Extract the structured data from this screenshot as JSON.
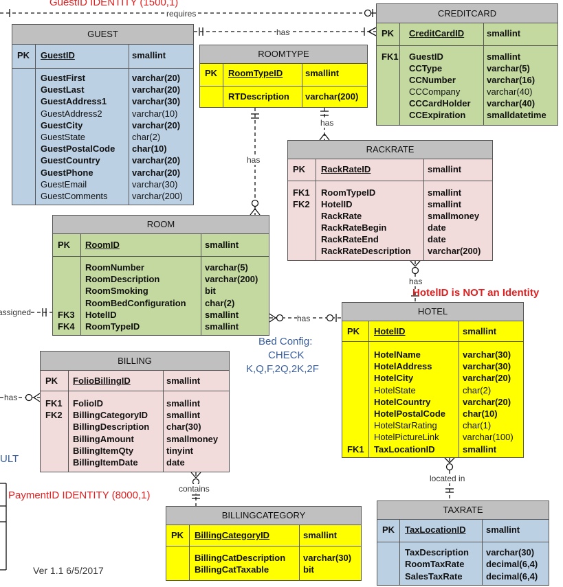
{
  "annotations": {
    "guest_identity": "GuestID IDENTITY (1500,1)",
    "hotel_identity": "HotelID is NOT an Identity",
    "bed_config": [
      "Bed Config:",
      "CHECK",
      "K,Q,F,2Q,2K,2F"
    ],
    "payment_identity": "PaymentID IDENTITY (8000,1)",
    "ult": "ULT",
    "version": "Ver 1.1 6/5/2017"
  },
  "relationships": {
    "requires": "requires",
    "has": "has",
    "assigned": "assigned",
    "located_in": "located in",
    "contains": "contains"
  },
  "colors": {
    "guest": "#bcd0e4",
    "creditcard": "#c4d9a0",
    "roomtype": "#ffff00",
    "rackrate": "#f2dcdb",
    "room": "#c4d9a0",
    "hotel": "#ffff00",
    "billing": "#f2dcdb",
    "billingcategory": "#ffff00",
    "taxrate": "#bcd0e4",
    "header": "#c0c0c0"
  },
  "entities": {
    "guest": {
      "name": "GUEST",
      "pk": {
        "key": "PK",
        "name": "GuestID",
        "type": "smallint"
      },
      "fields": [
        {
          "name": "GuestFirst",
          "type": "varchar(20)",
          "bold": true
        },
        {
          "name": "GuestLast",
          "type": "varchar(20)",
          "bold": true
        },
        {
          "name": "GuestAddress1",
          "type": "varchar(30)",
          "bold": true
        },
        {
          "name": "GuestAddress2",
          "type": "varchar(10)",
          "bold": false
        },
        {
          "name": "GuestCity",
          "type": "varchar(20)",
          "bold": true
        },
        {
          "name": "GuestState",
          "type": "char(2)",
          "bold": false
        },
        {
          "name": "GuestPostalCode",
          "type": "char(10)",
          "bold": true
        },
        {
          "name": "GuestCountry",
          "type": "varchar(20)",
          "bold": true
        },
        {
          "name": "GuestPhone",
          "type": "varchar(20)",
          "bold": true
        },
        {
          "name": "GuestEmail",
          "type": "varchar(30)",
          "bold": false
        },
        {
          "name": "GuestComments",
          "type": "varchar(200)",
          "bold": false
        }
      ]
    },
    "creditcard": {
      "name": "CREDITCARD",
      "pk": {
        "key": "PK",
        "name": "CreditCardID",
        "type": "smallint"
      },
      "fields": [
        {
          "key": "FK1",
          "name": "GuestID",
          "type": "smallint",
          "bold": true
        },
        {
          "key": "",
          "name": "CCType",
          "type": "varchar(5)",
          "bold": true
        },
        {
          "key": "",
          "name": "CCNumber",
          "type": "varchar(16)",
          "bold": true
        },
        {
          "key": "",
          "name": "CCCompany",
          "type": "varchar(40)",
          "bold": false
        },
        {
          "key": "",
          "name": "CCCardHolder",
          "type": "varchar(40)",
          "bold": true
        },
        {
          "key": "",
          "name": "CCExpiration",
          "type": "smalldatetime",
          "bold": true
        }
      ]
    },
    "roomtype": {
      "name": "ROOMTYPE",
      "pk": {
        "key": "PK",
        "name": "RoomTypeID",
        "type": "smallint"
      },
      "fields": [
        {
          "name": "RTDescription",
          "type": "varchar(200)",
          "bold": true
        }
      ]
    },
    "rackrate": {
      "name": "RACKRATE",
      "pk": {
        "key": "PK",
        "name": "RackRateID",
        "type": "smallint"
      },
      "fields": [
        {
          "key": "FK1",
          "name": "RoomTypeID",
          "type": "smallint",
          "bold": true
        },
        {
          "key": "FK2",
          "name": "HotelID",
          "type": "smallint",
          "bold": true
        },
        {
          "key": "",
          "name": "RackRate",
          "type": "smallmoney",
          "bold": true
        },
        {
          "key": "",
          "name": "RackRateBegin",
          "type": "date",
          "bold": true
        },
        {
          "key": "",
          "name": "RackRateEnd",
          "type": "date",
          "bold": true
        },
        {
          "key": "",
          "name": "RackRateDescription",
          "type": "varchar(200)",
          "bold": true
        }
      ]
    },
    "room": {
      "name": "ROOM",
      "pk": {
        "key": "PK",
        "name": "RoomID",
        "type": "smallint"
      },
      "fields": [
        {
          "key": "",
          "name": "RoomNumber",
          "type": "varchar(5)",
          "bold": true
        },
        {
          "key": "",
          "name": "RoomDescription",
          "type": "varchar(200)",
          "bold": true
        },
        {
          "key": "",
          "name": "RoomSmoking",
          "type": "bit",
          "bold": true
        },
        {
          "key": "",
          "name": "RoomBedConfiguration",
          "type": "char(2)",
          "bold": true
        },
        {
          "key": "FK3",
          "name": "HotelID",
          "type": "smallint",
          "bold": true
        },
        {
          "key": "FK4",
          "name": "RoomTypeID",
          "type": "smallint",
          "bold": true
        }
      ]
    },
    "hotel": {
      "name": "HOTEL",
      "pk": {
        "key": "PK",
        "name": "HotelID",
        "type": "smallint"
      },
      "fields": [
        {
          "key": "",
          "name": "HotelName",
          "type": "varchar(30)",
          "bold": true
        },
        {
          "key": "",
          "name": "HotelAddress",
          "type": "varchar(30)",
          "bold": true
        },
        {
          "key": "",
          "name": "HotelCity",
          "type": "varchar(20)",
          "bold": true
        },
        {
          "key": "",
          "name": "HotelState",
          "type": "char(2)",
          "bold": false
        },
        {
          "key": "",
          "name": "HotelCountry",
          "type": "varchar(20)",
          "bold": true
        },
        {
          "key": "",
          "name": "HotelPostalCode",
          "type": "char(10)",
          "bold": true
        },
        {
          "key": "",
          "name": "HotelStarRating",
          "type": "char(1)",
          "bold": false
        },
        {
          "key": "",
          "name": "HotelPictureLink",
          "type": "varchar(100)",
          "bold": false
        },
        {
          "key": "FK1",
          "name": "TaxLocationID",
          "type": "smallint",
          "bold": true
        }
      ]
    },
    "billing": {
      "name": "BILLING",
      "pk": {
        "key": "PK",
        "name": "FolioBillingID",
        "type": "smallint"
      },
      "fields": [
        {
          "key": "FK1",
          "name": "FolioID",
          "type": "smallint",
          "bold": true
        },
        {
          "key": "FK2",
          "name": "BillingCategoryID",
          "type": "smallint",
          "bold": true
        },
        {
          "key": "",
          "name": "BillingDescription",
          "type": "char(30)",
          "bold": true
        },
        {
          "key": "",
          "name": "BillingAmount",
          "type": "smallmoney",
          "bold": true
        },
        {
          "key": "",
          "name": "BillingItemQty",
          "type": "tinyint",
          "bold": true
        },
        {
          "key": "",
          "name": "BillingItemDate",
          "type": "date",
          "bold": true
        }
      ]
    },
    "billingcategory": {
      "name": "BILLINGCATEGORY",
      "pk": {
        "key": "PK",
        "name": "BillingCategoryID",
        "type": "smallint"
      },
      "fields": [
        {
          "name": "BillingCatDescription",
          "type": "varchar(30)",
          "bold": true
        },
        {
          "name": "BillingCatTaxable",
          "type": "bit",
          "bold": true
        }
      ]
    },
    "taxrate": {
      "name": "TAXRATE",
      "pk": {
        "key": "PK",
        "name": "TaxLocationID",
        "type": "smallint"
      },
      "fields": [
        {
          "name": "TaxDescription",
          "type": "varchar(30)",
          "bold": true
        },
        {
          "name": "RoomTaxRate",
          "type": "decimal(6,4)",
          "bold": true
        },
        {
          "name": "SalesTaxRate",
          "type": "decimal(6,4)",
          "bold": true
        }
      ]
    }
  }
}
